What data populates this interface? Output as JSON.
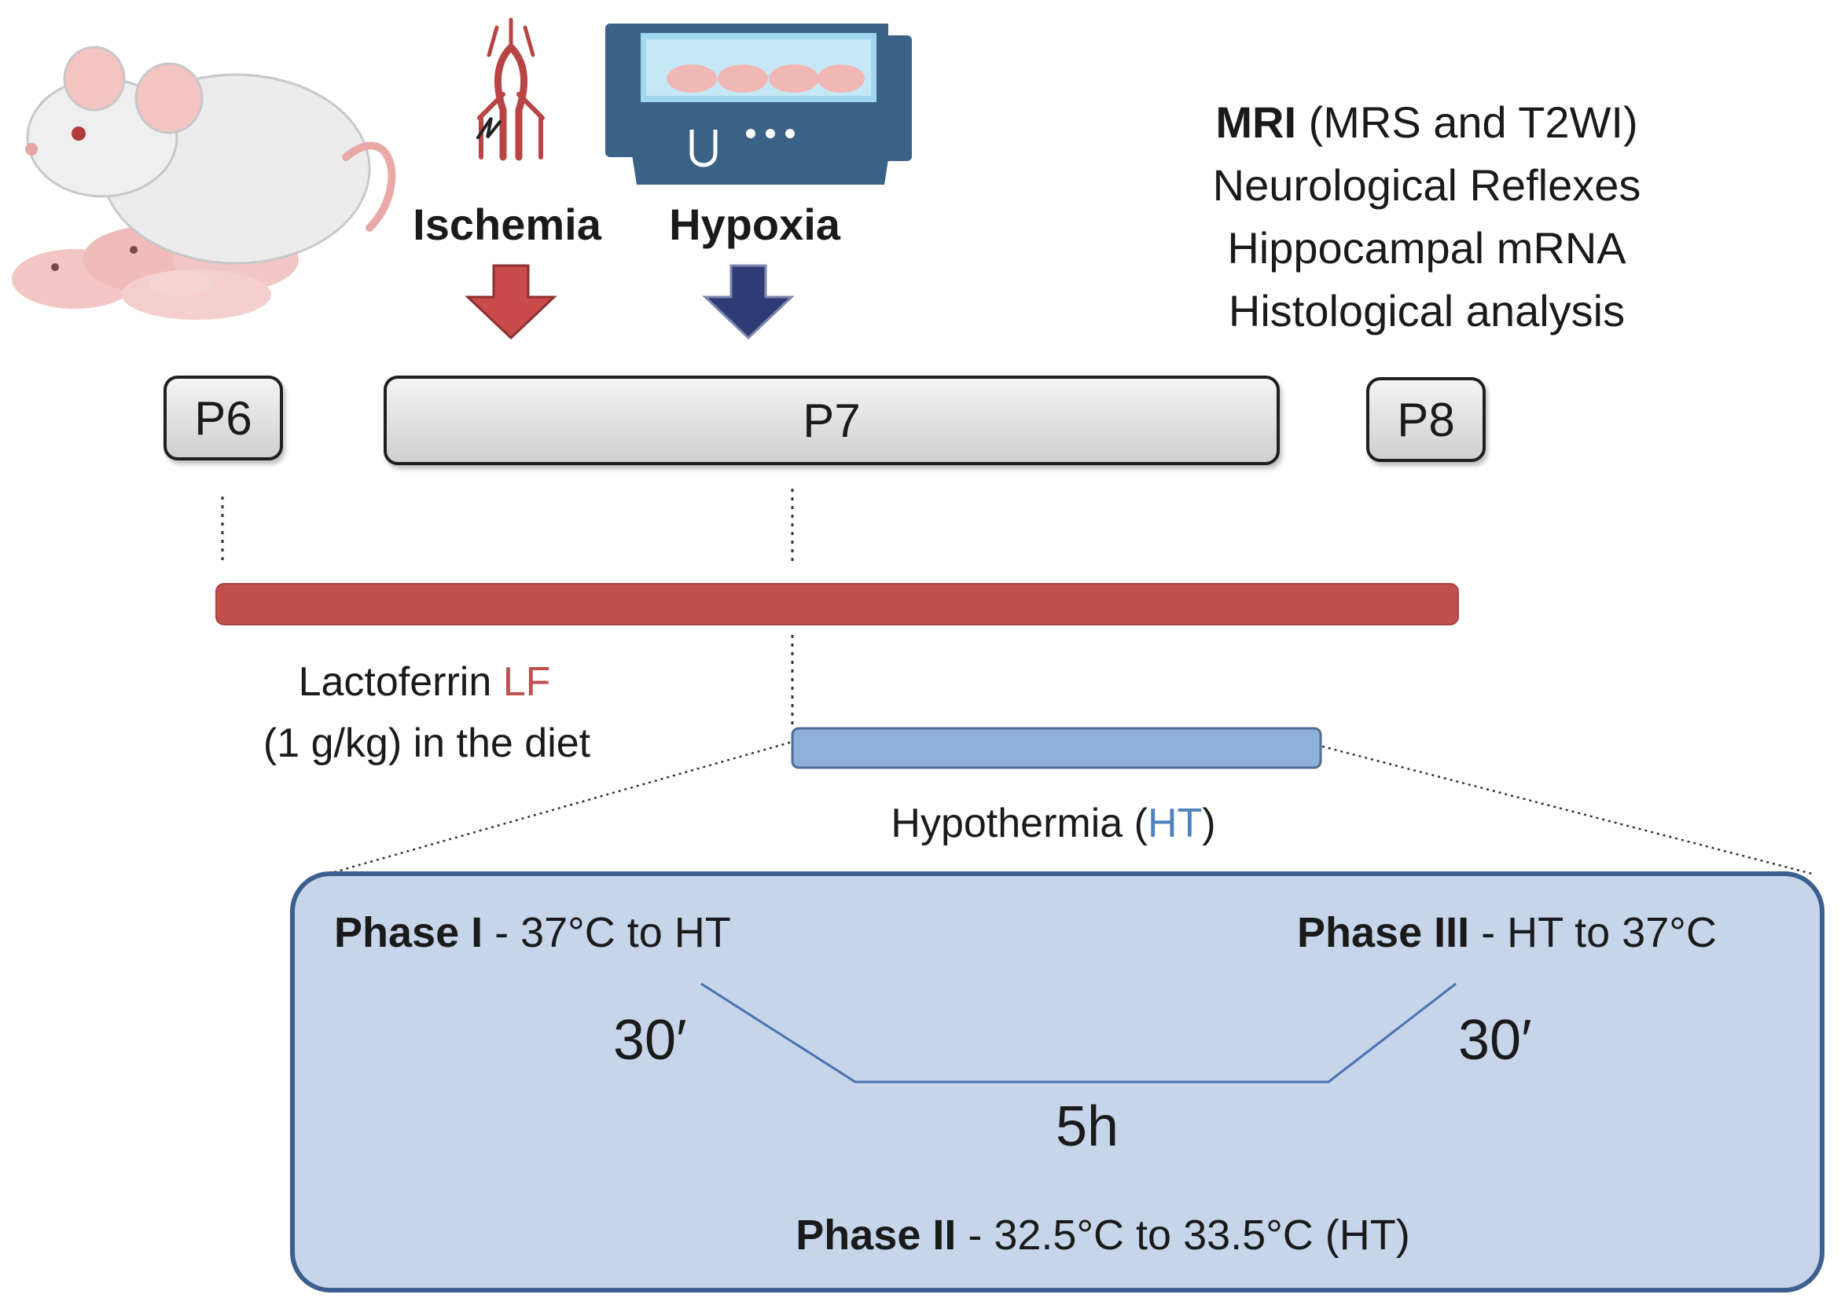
{
  "icons": {
    "mouse": "mouse-with-pups-icon",
    "ischemia": "carotid-artery-icon",
    "hypoxia": "hypoxia-chamber-icon"
  },
  "events": {
    "ischemia": "Ischemia",
    "hypoxia": "Hypoxia",
    "ischemia_color": "#c94b4b",
    "hypoxia_color": "#2e3b75"
  },
  "outcomes": {
    "mri_bold": "MRI",
    "mri_rest": " (MRS and T2WI)",
    "line2": "Neurological Reflexes",
    "line3": "Hippocampal mRNA",
    "line4": "Histological analysis"
  },
  "days": {
    "p6": "P6",
    "p7": "P7",
    "p8": "P8"
  },
  "lactoferrin": {
    "label_prefix": "Lactoferrin ",
    "label_abbr": "LF",
    "dose": "(1 g/kg) in the diet",
    "color": "#c0504d"
  },
  "hypothermia": {
    "label_prefix": "Hypothermia (",
    "label_abbr": "HT",
    "label_suffix": ")",
    "color": "#8fb0d8",
    "abbr_color": "#4f81bd"
  },
  "phases": {
    "phase1_bold": "Phase I",
    "phase1_rest": " - 37°C to HT",
    "phase3_bold": "Phase III",
    "phase3_rest": " - HT to 37°C",
    "phase2_bold": "Phase II",
    "phase2_rest": " - 32.5°C to 33.5°C (HT)",
    "dur1": "30′",
    "dur2": "5h",
    "dur3": "30′",
    "panel_color": "#c6d5ea",
    "border_color": "#3d5f8f"
  }
}
